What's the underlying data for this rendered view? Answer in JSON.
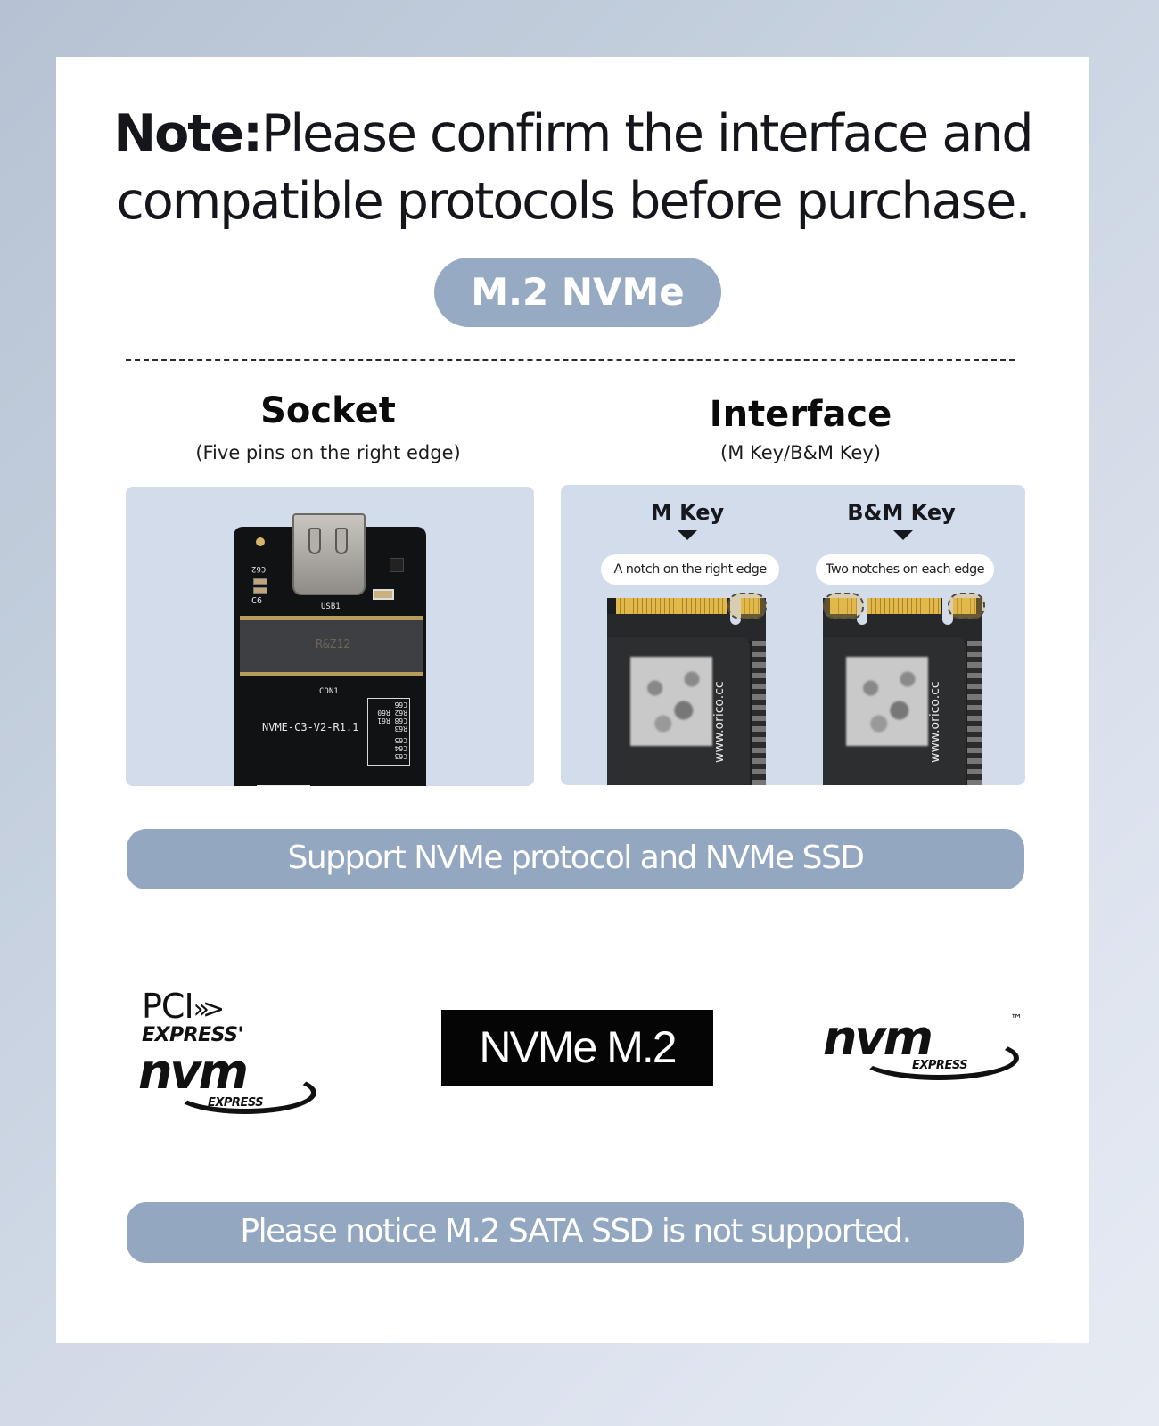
{
  "headline": {
    "bold_prefix": "Note:",
    "line1_rest": "Please confirm the interface and",
    "line2": "compatible protocols before purchase."
  },
  "badge": {
    "label": "M.2 NVMe"
  },
  "colors": {
    "accent": "#97aac4",
    "bar": "#93a7c1",
    "panel": "#d3dcea",
    "text": "#14161c"
  },
  "socket": {
    "title": "Socket",
    "subtitle": "(Five pins on the right edge)",
    "pcb": {
      "connector_label": "USB1",
      "slot_label": "CON1",
      "slot_stamp": "R&Z12",
      "board_id": "NVME-C3-V2-R1.1",
      "silk_labels": [
        "C62",
        "C6",
        "R63",
        "C68 R61",
        "R62 R60",
        "C66",
        "U5",
        "C63",
        "C64",
        "C65"
      ]
    }
  },
  "interface": {
    "title": "Interface",
    "subtitle": "(M Key/B&M Key)",
    "keys": [
      {
        "title": "M Key",
        "note": "A notch on the right edge",
        "url": "www.orico.cc"
      },
      {
        "title": "B&M Key",
        "note": "Two notches on each edge",
        "url": "www.orico.cc"
      }
    ]
  },
  "support_bar": {
    "text": "Support NVMe protocol and NVMe SSD"
  },
  "logos": {
    "pcie_nvm": {
      "pci": "PCI",
      "express": "EXPRESS",
      "nvm": "nvm",
      "express_small": "EXPRESS"
    },
    "nvme_m2": {
      "text": "NVMe M.2"
    },
    "nvm_express": {
      "nvm": "nvm",
      "express_small": "EXPRESS",
      "tm": "™"
    }
  },
  "notice_bar": {
    "text": "Please notice M.2 SATA SSD is not supported."
  }
}
